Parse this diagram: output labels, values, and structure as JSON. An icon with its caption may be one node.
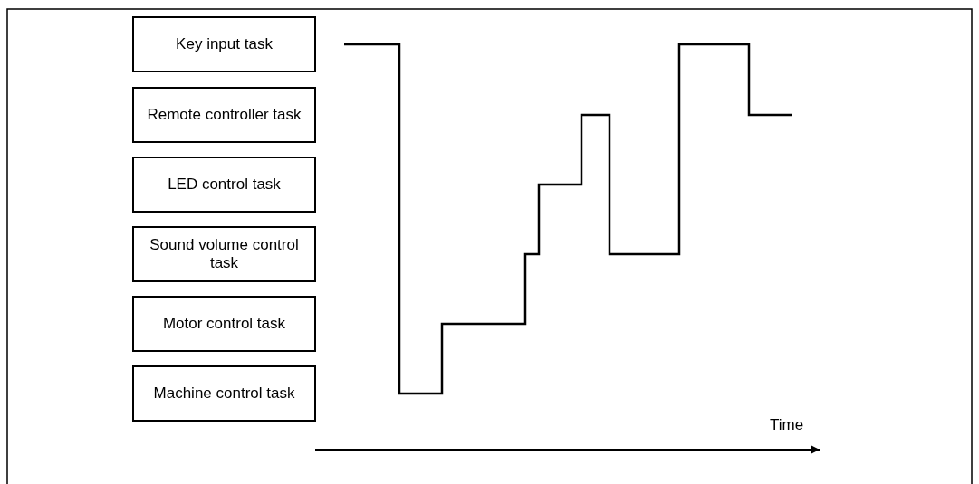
{
  "diagram": {
    "nodes": [
      {
        "text": [
          "Key input task"
        ]
      },
      {
        "text": [
          "Remote controller task"
        ]
      },
      {
        "text": [
          "LED control task"
        ]
      },
      {
        "text": [
          "Sound volume control task"
        ]
      },
      {
        "text": [
          "Motor control task"
        ]
      },
      {
        "text": [
          "Machine control task"
        ]
      }
    ],
    "labels": [
      "Time"
    ]
  }
}
